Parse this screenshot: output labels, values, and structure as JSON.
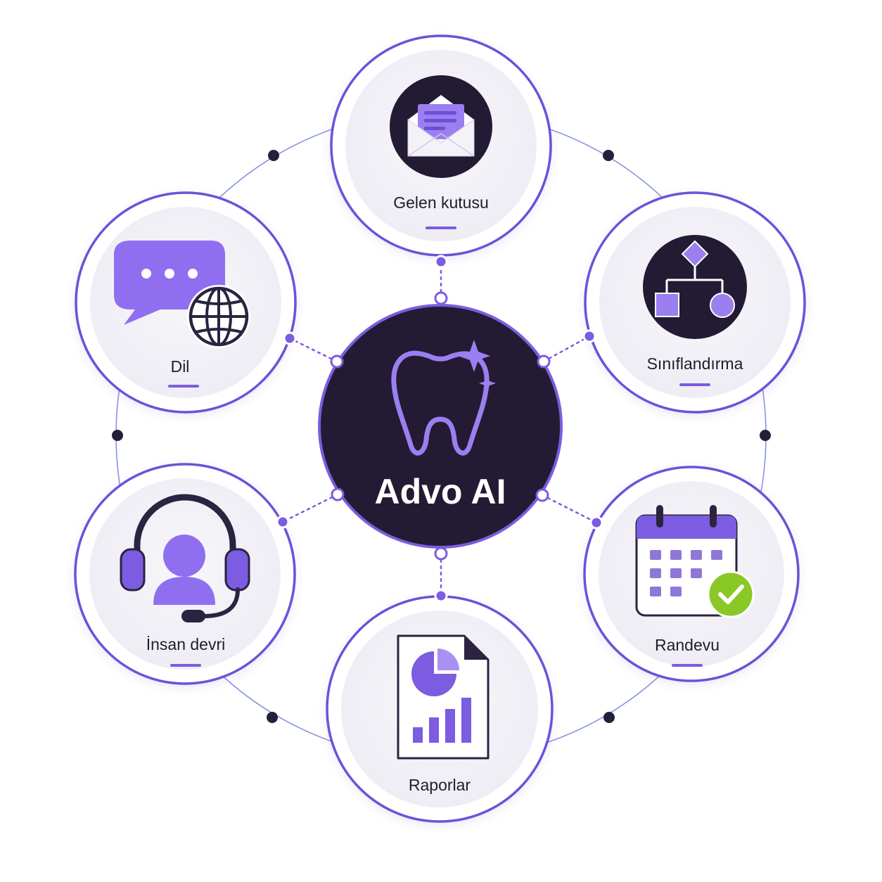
{
  "center": {
    "title": "Advo AI",
    "icon": "tooth-sparkle-icon"
  },
  "features": [
    {
      "id": "inbox",
      "label": "Gelen kutusu",
      "icon": "envelope-icon"
    },
    {
      "id": "classification",
      "label": "Sınıflandırma",
      "icon": "flowchart-icon"
    },
    {
      "id": "appointment",
      "label": "Randevu",
      "icon": "calendar-check-icon"
    },
    {
      "id": "reports",
      "label": "Raporlar",
      "icon": "report-chart-icon"
    },
    {
      "id": "handoff",
      "label": "İnsan devri",
      "icon": "headset-agent-icon"
    },
    {
      "id": "language",
      "label": "Dil",
      "icon": "chat-globe-icon"
    }
  ],
  "colors": {
    "accent": "#7c5ce0",
    "accent_light": "#9b7ff0",
    "dark": "#221b33",
    "ring": "#6a52d8",
    "node_bg": "#f4f3f8",
    "check": "#8ac826"
  }
}
